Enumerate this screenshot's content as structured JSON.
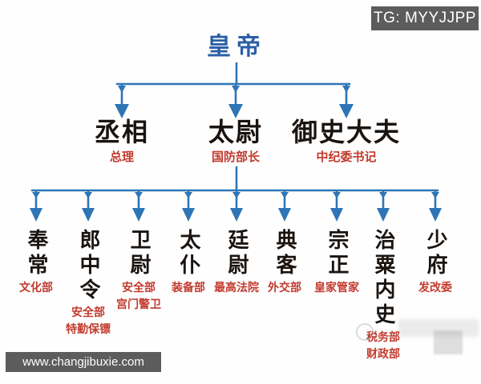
{
  "badges": {
    "tg": "TG: MYYJJPP",
    "website": "www.changjibuxie.com"
  },
  "colors": {
    "connector_blue": "#2e75b6",
    "emperor_blue": "#2b5fa7",
    "title_black": "#1a1410",
    "label_red": "#c23a2e",
    "badge_bg": "#5c5c5c",
    "badge_text": "#ffffff"
  },
  "chart": {
    "emperor": {
      "title": "皇帝"
    },
    "level2": [
      {
        "title": "丞相",
        "label": "总理"
      },
      {
        "title": "太尉",
        "label": "国防部长"
      },
      {
        "title": "御史大夫",
        "label": "中纪委书记"
      }
    ],
    "level3": [
      {
        "title": "奉常",
        "labels": [
          "文化部"
        ]
      },
      {
        "title": "郎中令",
        "labels": [
          "安全部",
          "特勤保镖"
        ]
      },
      {
        "title": "卫尉",
        "labels": [
          "安全部",
          "宫门警卫"
        ]
      },
      {
        "title": "太仆",
        "labels": [
          "装备部"
        ]
      },
      {
        "title": "廷尉",
        "labels": [
          "最高法院"
        ]
      },
      {
        "title": "典客",
        "labels": [
          "外交部"
        ]
      },
      {
        "title": "宗正",
        "labels": [
          "皇家管家"
        ]
      },
      {
        "title": "治粟内史",
        "labels": [
          "税务部",
          "财政部"
        ]
      },
      {
        "title": "少府",
        "labels": [
          "发改委"
        ]
      }
    ]
  }
}
